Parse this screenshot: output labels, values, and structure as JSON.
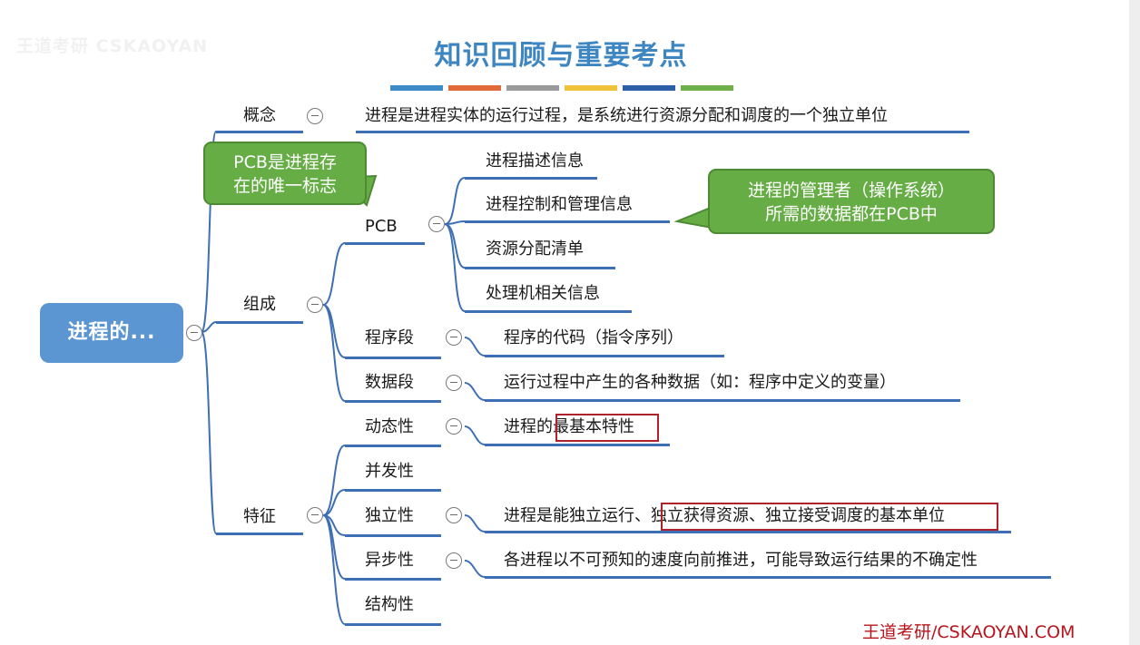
{
  "watermark": "王道考研 CSKAOYAN",
  "title": "知识回顾与重要考点",
  "title_bars": [
    "#3d8bc7",
    "#e06a3a",
    "#9a9a9a",
    "#f0c23a",
    "#2d5fa8",
    "#6fb04a"
  ],
  "root": {
    "label": "进程的..."
  },
  "branches": {
    "concept": {
      "label": "概念",
      "desc": "进程是进程实体的运行过程，是系统进行资源分配和调度的一个独立单位"
    },
    "composition": {
      "label": "组成",
      "pcb": {
        "label": "PCB",
        "items": [
          "进程描述信息",
          "进程控制和管理信息",
          "资源分配清单",
          "处理机相关信息"
        ]
      },
      "program_segment": {
        "label": "程序段",
        "desc": "程序的代码（指令序列）"
      },
      "data_segment": {
        "label": "数据段",
        "desc": "运行过程中产生的各种数据（如：程序中定义的变量）"
      }
    },
    "features": {
      "label": "特征",
      "dynamic": {
        "label": "动态性",
        "desc_prefix": "进程的",
        "desc_highlight": "最基本特性"
      },
      "concurrency": {
        "label": "并发性"
      },
      "independence": {
        "label": "独立性",
        "desc_prefix": "进程是能独立运行、",
        "desc_highlight": "独立获得资源、独立接受调度的基本单位"
      },
      "asynchrony": {
        "label": "异步性",
        "desc": "各进程以不可预知的速度向前推进，可能导致运行结果的不确定性"
      },
      "structure": {
        "label": "结构性"
      }
    }
  },
  "callouts": {
    "pcb_unique": {
      "line1": "PCB是进程存",
      "line2": "在的唯一标志"
    },
    "os_manager": {
      "line1": "进程的管理者（操作系统）",
      "line2": "所需的数据都在PCB中"
    }
  },
  "colors": {
    "line": "#3e6fb5",
    "root": "#5b96d2",
    "callout": "#66ad46",
    "highlight_border": "#b0222a",
    "title": "#3e86c2",
    "footer": "#b8141c"
  },
  "footer": "王道考研/CSKAOYAN.COM"
}
